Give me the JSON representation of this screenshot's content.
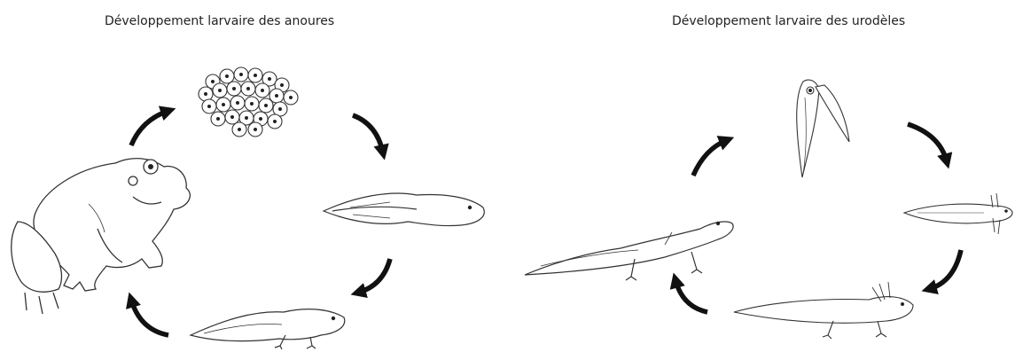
{
  "diagrams": {
    "anoures": {
      "title": "Développement larvaire des anoures",
      "stages": [
        "eggs",
        "early-tadpole",
        "tadpole-with-legs",
        "adult-frog"
      ]
    },
    "urodeles": {
      "title": "Développement larvaire des urodèles",
      "stages": [
        "egg-in-leaf",
        "early-larva",
        "larva-with-legs",
        "adult-newt"
      ]
    }
  },
  "colors": {
    "line": "#333333",
    "arrow": "#111111",
    "background": "#ffffff"
  }
}
